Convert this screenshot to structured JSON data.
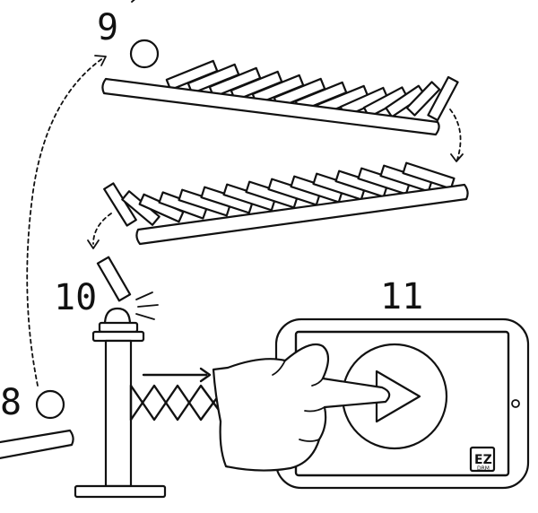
{
  "steps": {
    "step8": "8",
    "step9": "9",
    "step10": "10",
    "step11": "11"
  },
  "badge": {
    "brand": "EZ",
    "sub": "DRM"
  },
  "colors": {
    "ink": "#111111",
    "paper": "#ffffff"
  },
  "icons": [
    "ball-icon",
    "domino-icon",
    "bell-button-icon",
    "scissor-arm-icon",
    "hand-icon",
    "tablet-icon",
    "play-icon"
  ]
}
